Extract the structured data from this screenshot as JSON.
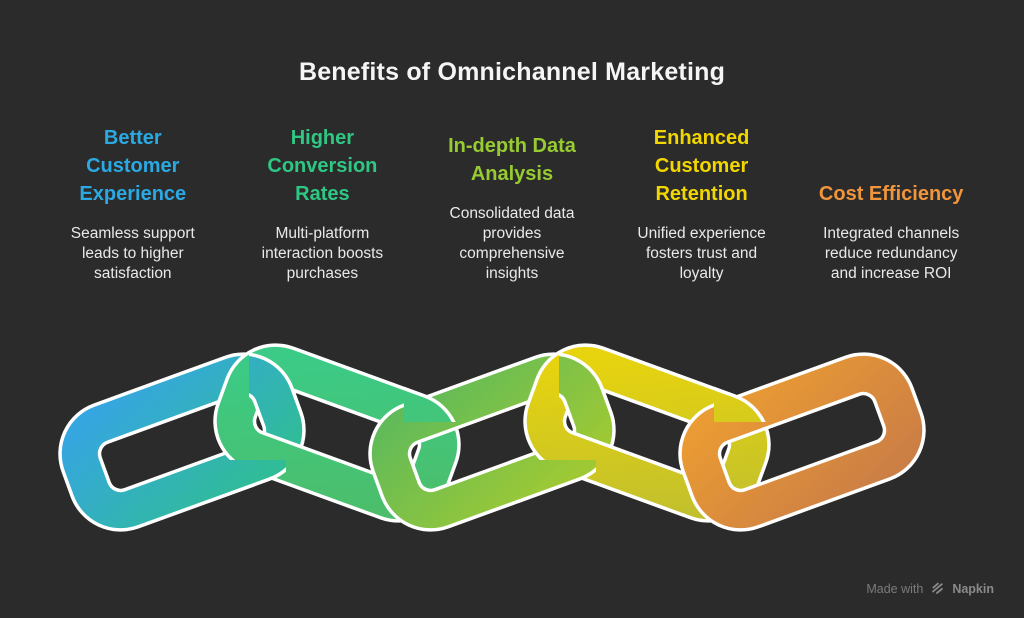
{
  "page": {
    "background": "#2B2B2B",
    "title": "Benefits of Omnichannel Marketing",
    "title_color": "#F5F5F5",
    "body_text_color": "#E9E9E9"
  },
  "columns": [
    {
      "heading_lines": [
        "Better",
        "Customer",
        "Experience"
      ],
      "heading_color": "#2AA9E2",
      "body_lines": [
        "Seamless support",
        "leads to higher",
        "satisfaction"
      ]
    },
    {
      "heading_lines": [
        "Higher",
        "Conversion",
        "Rates"
      ],
      "heading_color": "#2EC784",
      "body_lines": [
        "Multi-platform",
        "interaction boosts",
        "purchases"
      ]
    },
    {
      "heading_lines": [
        "In-depth Data",
        "Analysis"
      ],
      "heading_color": "#97CB31",
      "body_lines": [
        "Consolidated data",
        "provides",
        "comprehensive",
        "insights"
      ]
    },
    {
      "heading_lines": [
        "Enhanced",
        "Customer",
        "Retention"
      ],
      "heading_color": "#F2D600",
      "body_lines": [
        "Unified experience",
        "fosters trust and",
        "loyalty"
      ]
    },
    {
      "heading_lines": [
        "Cost Efficiency"
      ],
      "heading_color": "#F0953C",
      "body_lines": [
        "Integrated channels",
        "reduce redundancy",
        "and increase ROI"
      ]
    }
  ],
  "chain": {
    "outline_color": "#FFFFFF",
    "links": [
      {
        "name": "blue-link",
        "from": "#36A6E0",
        "to": "#30BC97"
      },
      {
        "name": "green-link",
        "from": "#3BCB87",
        "to": "#4CBE6B"
      },
      {
        "name": "yellowgreen-link",
        "from": "#62BB58",
        "to": "#9FC934"
      },
      {
        "name": "yellow-link",
        "from": "#E8D40E",
        "to": "#C2C02C"
      },
      {
        "name": "orange-link",
        "from": "#EA9B33",
        "to": "#CC7F45"
      }
    ]
  },
  "watermark": {
    "made_with": "Made with",
    "brand": "Napkin",
    "color": "#7B7B7B"
  }
}
